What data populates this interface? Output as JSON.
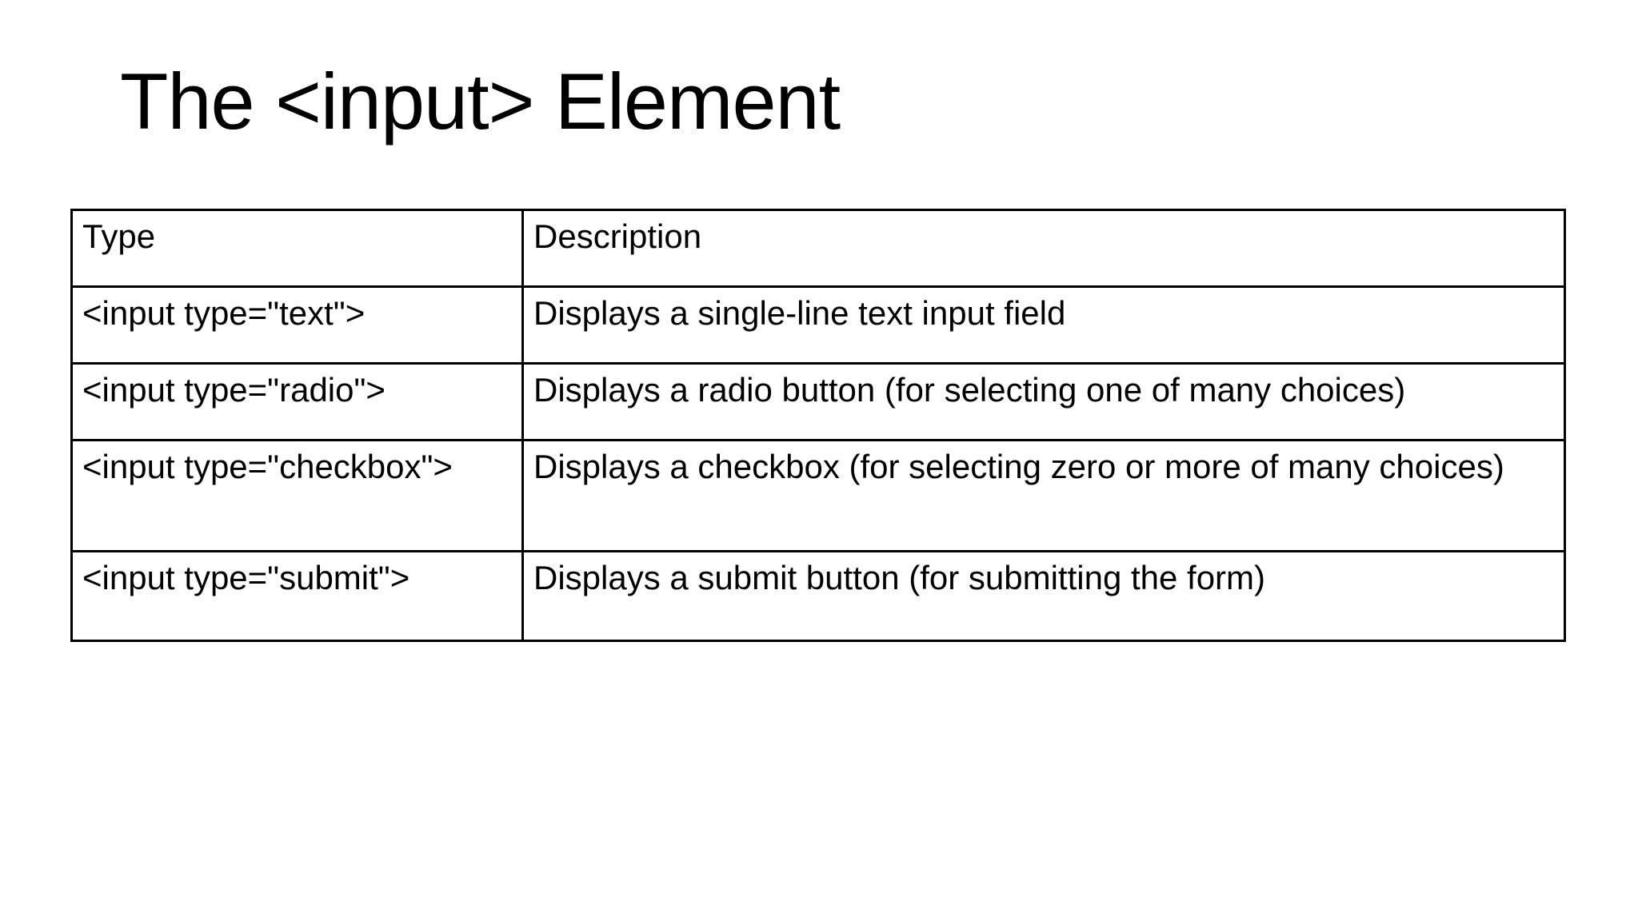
{
  "slide": {
    "title": "The <input> Element",
    "table": {
      "headers": {
        "type": "Type",
        "description": "Description"
      },
      "rows": [
        {
          "type": "<input type=\"text\">",
          "description": "Displays a single-line text input field"
        },
        {
          "type": "<input type=\"radio\">",
          "description": "Displays a radio button (for selecting one of many choices)"
        },
        {
          "type": "<input type=\"checkbox\">",
          "description": "Displays a checkbox (for selecting zero or more of many choices)"
        },
        {
          "type": "<input type=\"submit\">",
          "description": "Displays a submit button (for submitting the form)"
        }
      ]
    }
  },
  "colors": {
    "background": "#ffffff",
    "text": "#000000",
    "border": "#000000"
  }
}
